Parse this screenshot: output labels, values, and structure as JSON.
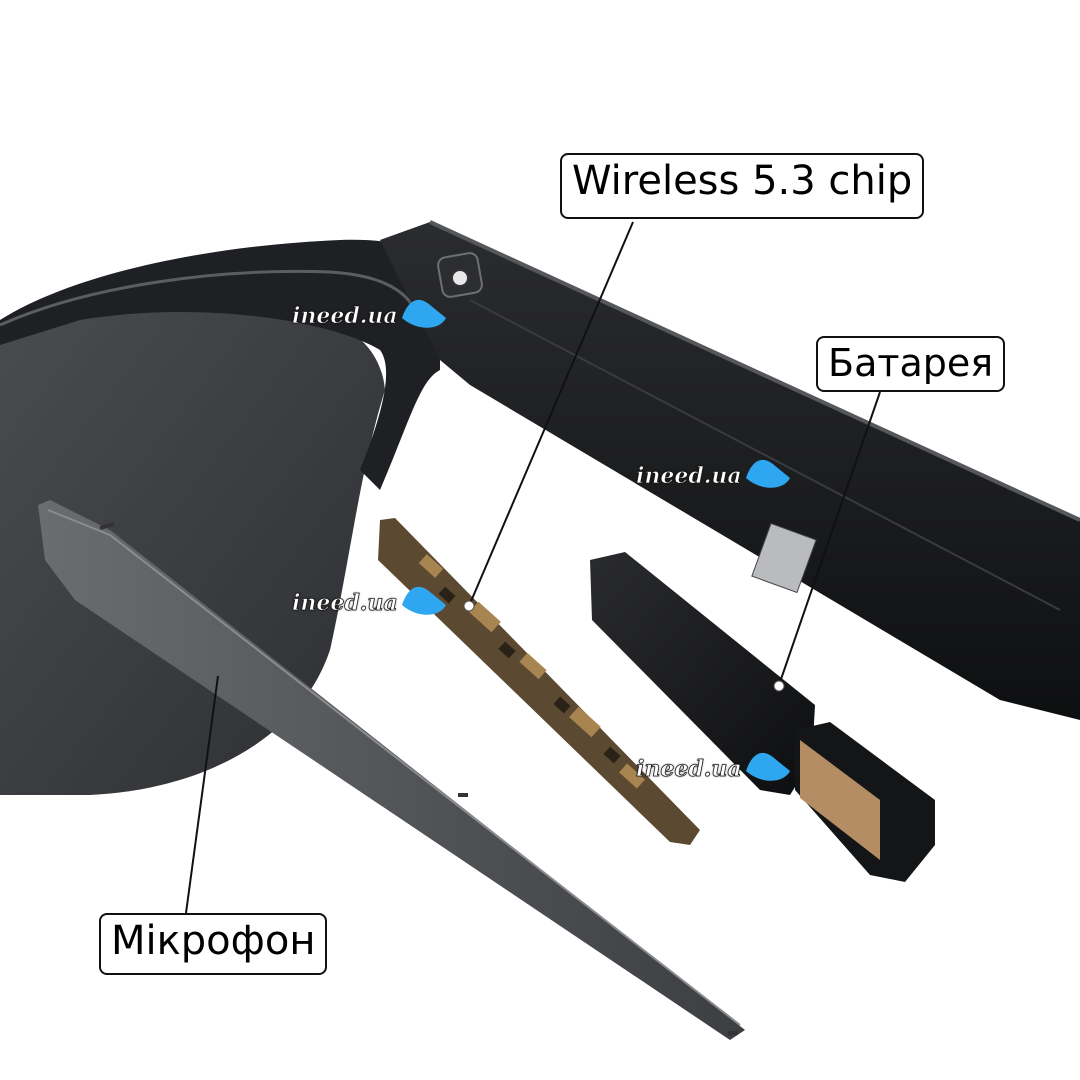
{
  "labels": {
    "wireless_chip": "Wireless 5.3 chip",
    "battery": "Батарея",
    "microphone": "Мікрофон"
  },
  "watermark": {
    "text": "ineed.ua",
    "logo_color": "#2fa7f0"
  },
  "colors": {
    "lens": "#3b3d40",
    "frame": "#1b1c1e",
    "battery_contact": "#b58d64",
    "pcb": "#5b4a31",
    "background": "#ffffff"
  }
}
